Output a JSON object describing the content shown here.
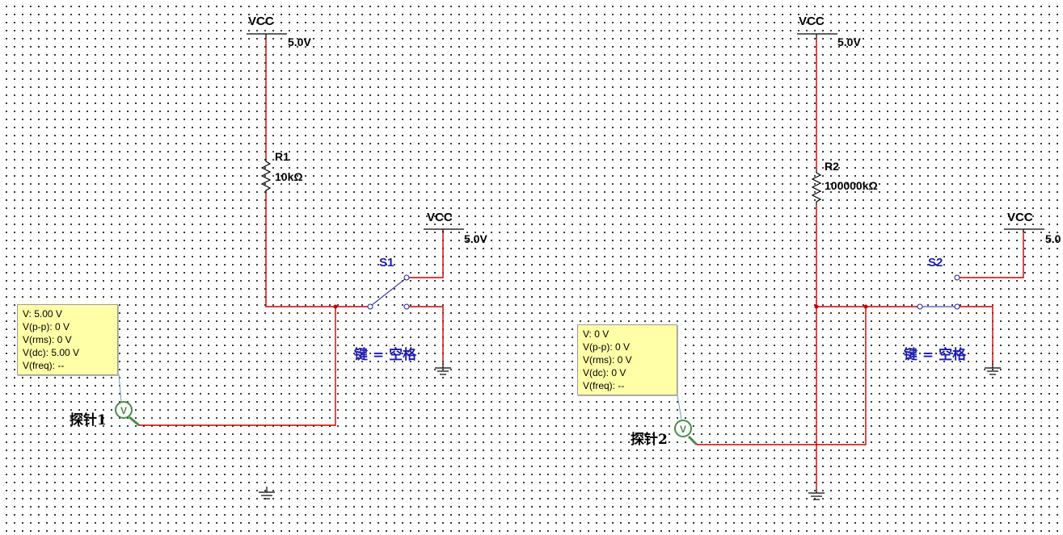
{
  "circuits": [
    {
      "vcc_label": "VCC",
      "vcc_voltage": "5.0V",
      "resistor_name": "R1",
      "resistor_value": "10kΩ",
      "switch_vcc_label": "VCC",
      "switch_vcc_voltage": "5.0V",
      "switch_name": "S1",
      "switch_key": "键 = 空格",
      "probe_name": "探针1",
      "probe_readings": [
        "V: 5.00 V",
        "V(p-p): 0 V",
        "V(rms): 0 V",
        "V(dc): 5.00 V",
        "V(freq): --"
      ]
    },
    {
      "vcc_label": "VCC",
      "vcc_voltage": "5.0V",
      "resistor_name": "R2",
      "resistor_value": "100000kΩ",
      "switch_vcc_label": "VCC",
      "switch_vcc_voltage": "5.0",
      "switch_name": "S2",
      "switch_key": "键 = 空格",
      "probe_name": "探针2",
      "probe_readings": [
        "V: 0 V",
        "V(p-p): 0 V",
        "V(rms): 0 V",
        "V(dc): 0 V",
        "V(freq): --"
      ]
    }
  ],
  "colors": {
    "wire": "#cc0000",
    "component": "#000000",
    "switch": "#1a1ab0",
    "probe_box_bg": "#ffffa8",
    "probe_icon": "#4a8a4a"
  },
  "icons": [
    "ground-icon",
    "voltage-probe-icon",
    "resistor-icon",
    "spdt-switch-icon",
    "vcc-rail-icon"
  ]
}
